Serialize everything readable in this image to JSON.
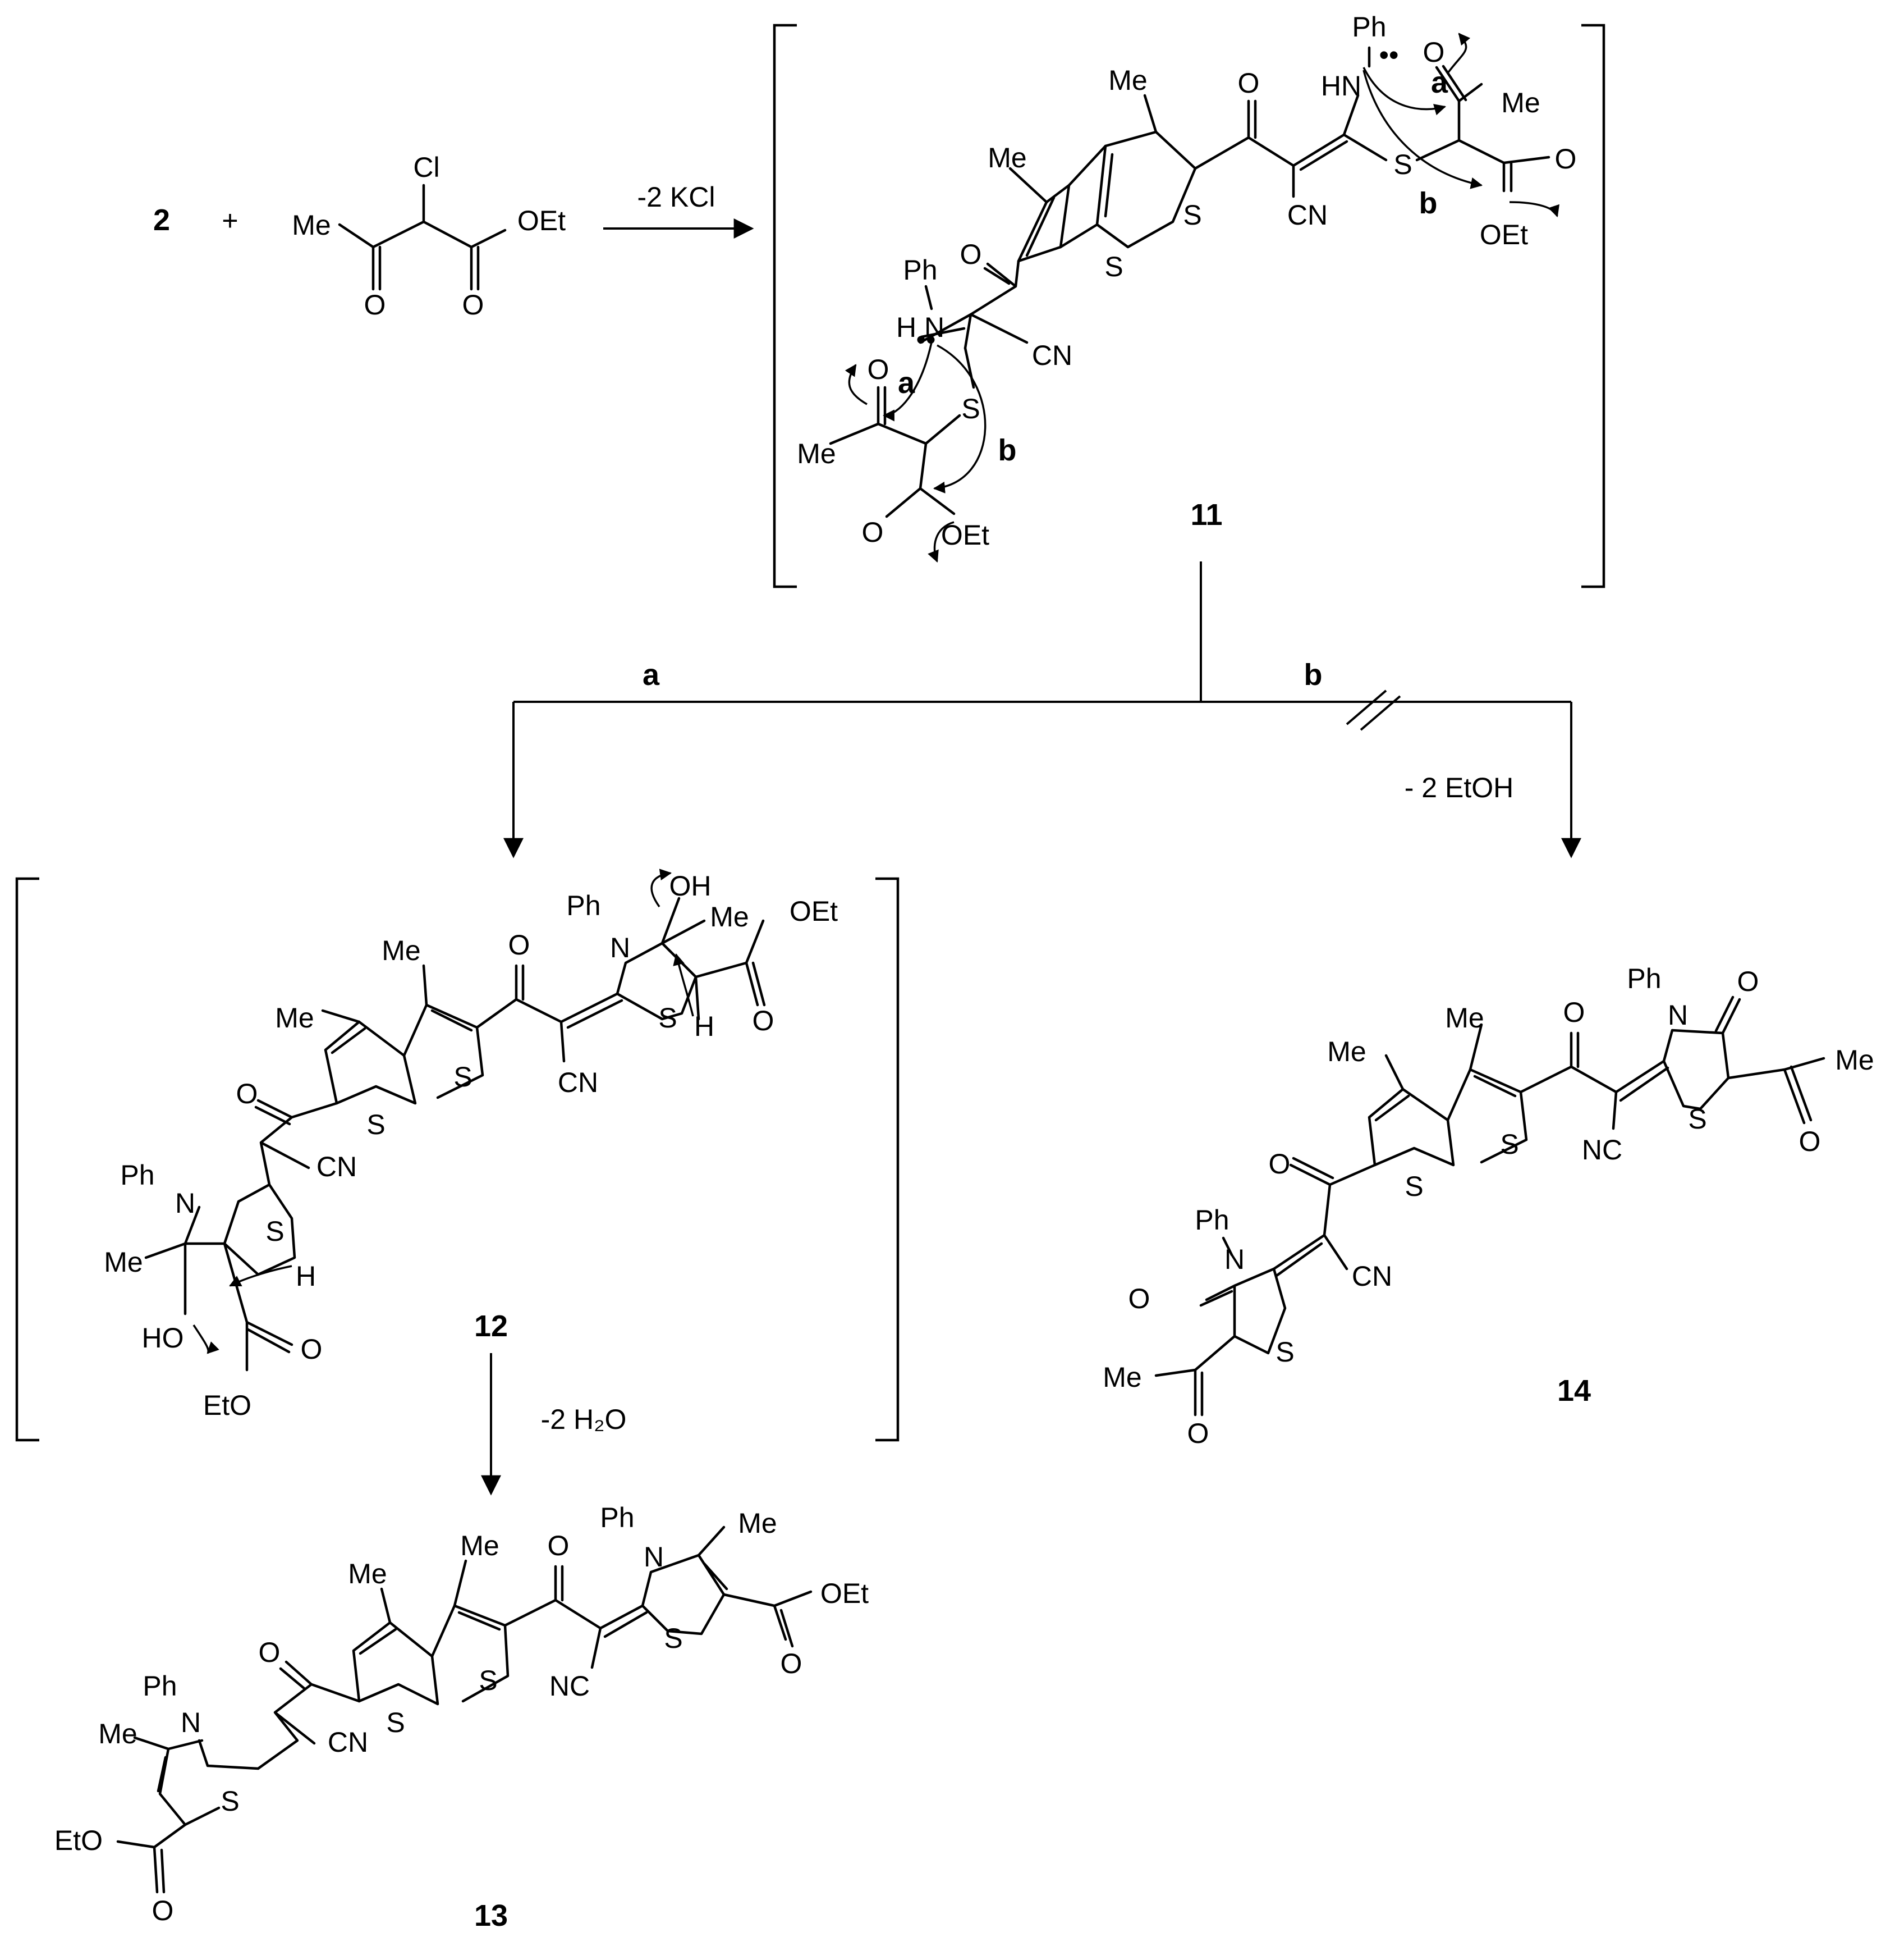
{
  "compounds": {
    "start_number": "2",
    "plus": "+",
    "intermediate_11": "11",
    "intermediate_12": "12",
    "product_13": "13",
    "product_14": "14"
  },
  "conditions": {
    "step1": "-2 KCl",
    "pathway_a": "a",
    "pathway_b": "b",
    "loss_ethanol": "- 2 EtOH",
    "loss_water": "-2 H₂O"
  },
  "atoms": {
    "cl": "Cl",
    "me": "Me",
    "oet": "OEt",
    "eto": "EtO",
    "o": "O",
    "s": "S",
    "cn": "CN",
    "nc": "NC",
    "ph": "Ph",
    "n": "N",
    "hn": "HN",
    "h": "H",
    "oh": "OH",
    "ho": "HO",
    "lone_pair": "••",
    "arrow_a": "a",
    "arrow_b": "b"
  },
  "colors": {
    "ink": "#000000",
    "background": "#ffffff"
  }
}
